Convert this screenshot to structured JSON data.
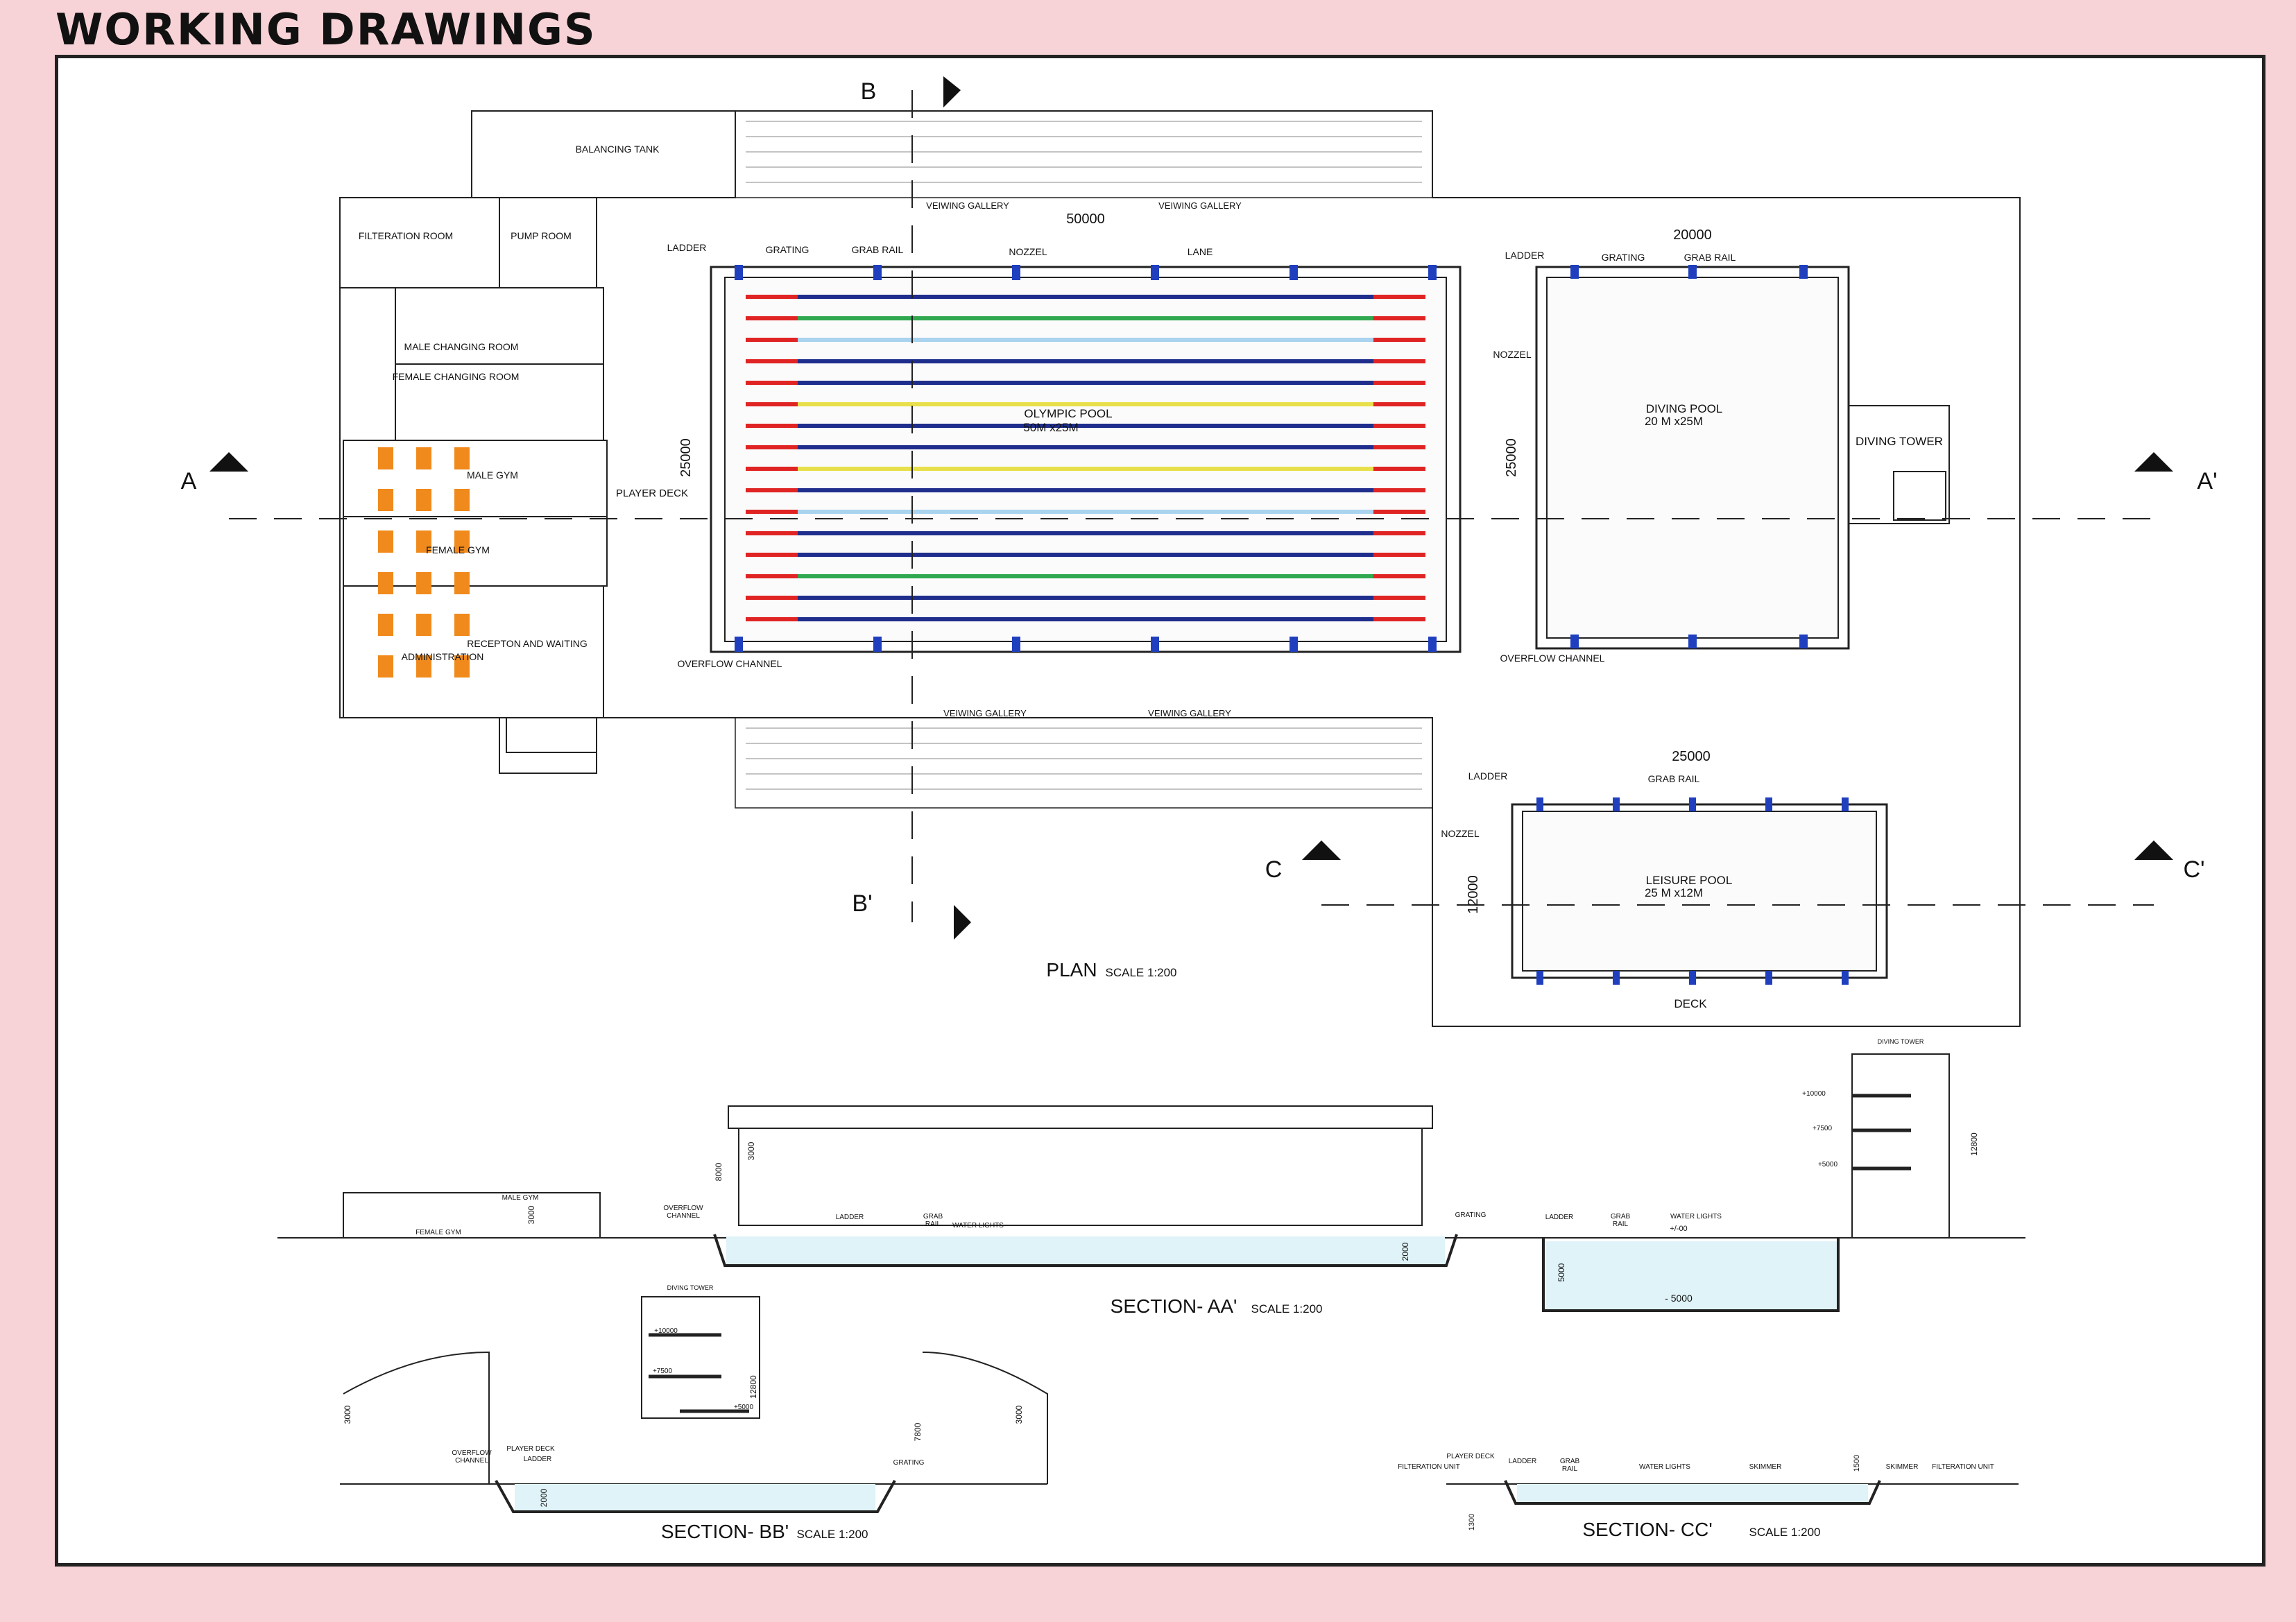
{
  "page": {
    "heading": "WORKING DRAWINGS"
  },
  "colors": {
    "paper": "#f7d3d7",
    "sheet": "#ffffff",
    "line": "#222222",
    "lane_red": "#e02424",
    "lane_green": "#2fa84f",
    "lane_blue": "#1f2e8c",
    "lane_light": "#a9d3ee",
    "lane_yellow": "#e8e04a",
    "water": "#dff3f8",
    "fixture": "#1f3fbf",
    "furniture": "#f08a1c"
  },
  "plan": {
    "title": "PLAN",
    "scale": "SCALE 1:200",
    "rooms": {
      "balancing_tank": "BALANCING TANK",
      "filteration_room": "FILTERATION  ROOM",
      "pump_room": "PUMP ROOM",
      "male_changing": "MALE CHANGING ROOM",
      "female_changing": "FEMALE CHANGING ROOM",
      "male_gym": "MALE GYM",
      "female_gym": "FEMALE GYM",
      "reception": "RECEPTON AND WAITING",
      "administration": "ADMINISTRATION"
    },
    "gallery": {
      "top_left": "VEIWING GALLERY",
      "top_right": "VEIWING GALLERY",
      "bottom_left": "VEIWING GALLERY",
      "bottom_right": "VEIWING GALLERY"
    },
    "olympic": {
      "name": "OLYMPIC POOL",
      "size": "50M x25M",
      "length_dim": "50000",
      "width_dim": "25000",
      "ladder": "LADDER",
      "grating": "GRATING",
      "grab_rail": "GRAB RAIL",
      "nozzel": "NOZZEL",
      "lane": "LANE",
      "player_deck": "PLAYER DECK",
      "overflow": "OVERFLOW CHANNEL"
    },
    "diving": {
      "name": "DIVING POOL",
      "size": "20 M x25M",
      "length_dim": "20000",
      "width_dim": "25000",
      "ladder": "LADDER",
      "grating": "GRATING",
      "grab_rail": "GRAB RAIL",
      "nozzel": "NOZZEL",
      "overflow": "OVERFLOW CHANNEL",
      "tower": "DIVING TOWER"
    },
    "leisure": {
      "name": "LEISURE POOL",
      "size": "25 M x12M",
      "length_dim": "25000",
      "width_dim": "12000",
      "ladder": "LADDER",
      "grab_rail": "GRAB RAIL",
      "nozzel": "NOZZEL",
      "deck": "DECK"
    },
    "markers": {
      "a": "A",
      "a2": "A'",
      "b": "B",
      "b2": "B'",
      "c": "C",
      "c2": "C'"
    }
  },
  "section_aa": {
    "title": "SECTION- AA'",
    "scale": "SCALE 1:200",
    "labels": {
      "female_gym": "FEMALE GYM",
      "male_gym": "MALE GYM",
      "overflow": "OVERFLOW\nCHANNEL",
      "ladder": "LADDER",
      "grab_rail": "GRAB\nRAIL",
      "water_lights": "WATER LIGHTS",
      "grating": "GRATING",
      "ladder2": "LADDER",
      "grab_rail2": "GRAB\nRAIL",
      "water_lights2": "WATER LIGHTS",
      "level0": "+/-00",
      "diving_tower": "DIVING TOWER",
      "lv10": "+10000",
      "lv75": "+7500",
      "lv5": "+5000"
    },
    "dims": {
      "d3000": "3000",
      "d8000": "8000",
      "d3000b": "3000",
      "d2000": "2000",
      "d5000": "5000",
      "d5000neg": "- 5000",
      "d12800": "12800"
    }
  },
  "section_bb": {
    "title": "SECTION- BB'",
    "scale": "SCALE 1:200",
    "labels": {
      "diving_tower": "DIVING TOWER",
      "lv10": "+10000",
      "lv75": "+7500",
      "lv5": "+5000",
      "overflow": "OVERFLOW\nCHANNEL",
      "player_deck": "PLAYER DECK",
      "ladder": "LADDER",
      "grating": "GRATING"
    },
    "dims": {
      "d3000l": "3000",
      "d3000r": "3000",
      "d7800": "7800",
      "d12800": "12800",
      "d2000": "2000"
    }
  },
  "section_cc": {
    "title": "SECTION- CC'",
    "scale": "SCALE 1:200",
    "labels": {
      "filt_left": "FILTERATION UNIT",
      "player_deck": "PLAYER DECK",
      "ladder": "LADDER",
      "grab_rail": "GRAB\nRAIL",
      "water_lights": "WATER LIGHTS",
      "skimmer": "SKIMMER",
      "skimmer2": "SKIMMER",
      "filt_right": "FILTERATION UNIT"
    },
    "dims": {
      "d1500": "1500",
      "d1300": "1300"
    }
  }
}
